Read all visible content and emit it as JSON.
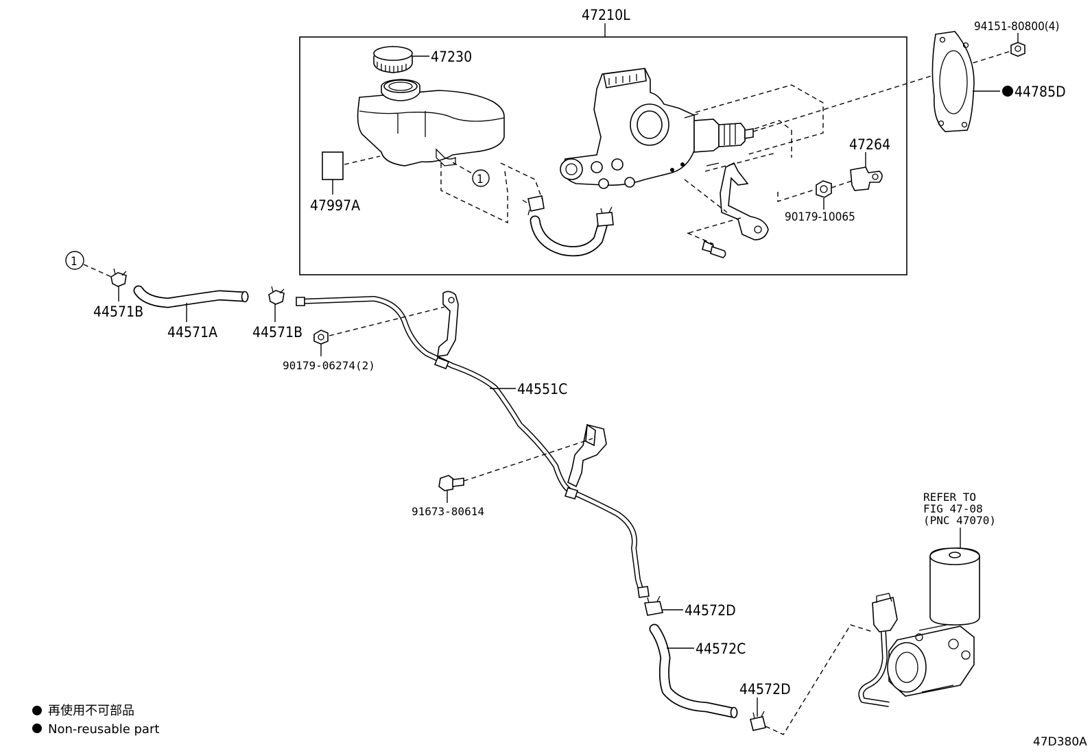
{
  "diagram": {
    "callouts": {
      "assy_47210L": "47210L",
      "cap_47230": "47230",
      "label_47997A": "47997A",
      "bolt_94151": "94151-80800(4)",
      "gasket_44785D": "44785D",
      "bracket_47264": "47264",
      "nut_90179_10065": "90179-10065",
      "clip_44571B_left": "44571B",
      "hose_44571A": "44571A",
      "clip_44571B_right": "44571B",
      "nut_90179_06274": "90179-06274(2)",
      "tube_44551C": "44551C",
      "bolt_91673": "91673-80614",
      "clip_44572D_upper": "44572D",
      "hose_44572C": "44572C",
      "clip_44572D_lower": "44572D",
      "ref_circle_1a": "1",
      "ref_circle_1b": "1"
    },
    "refer_note": {
      "line1": "REFER TO",
      "line2": "FIG 47-08",
      "line3": "(PNC 47070)"
    },
    "legend": {
      "jp": "再使用不可部品",
      "en": "Non-reusable part"
    },
    "figure_code": "47D380A"
  }
}
